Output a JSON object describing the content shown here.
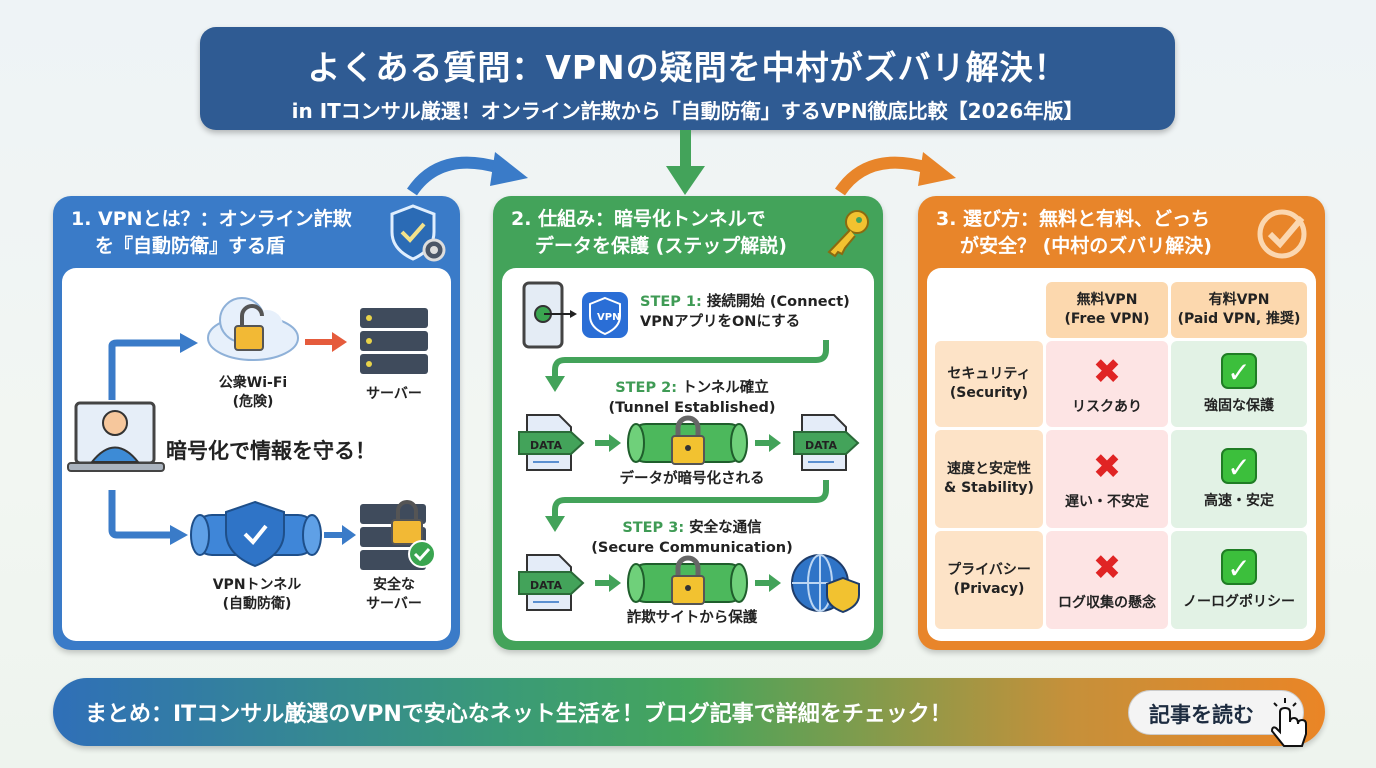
{
  "header": {
    "title": "よくある質問：VPNの疑問を中村がズバリ解決！",
    "subtitle": "in ITコンサル厳選！オンライン詐欺から「自動防衛」するVPN徹底比較【2026年版】"
  },
  "colors": {
    "blue": "#3a7bc8",
    "green": "#43a35a",
    "orange": "#e8852a",
    "header": "#2f5b93"
  },
  "panel1": {
    "title_line1": "1. VPNとは？：オンライン詐欺",
    "title_line2": "を『自動防衛』する盾",
    "icon": "shield-gear-icon",
    "wifi_label1": "公衆Wi-Fi",
    "wifi_label2": "(危険)",
    "server_label": "サーバー",
    "center_text": "暗号化で情報を守る！",
    "tunnel_label1": "VPNトンネル",
    "tunnel_label2": "(自動防衛)",
    "safe_label1": "安全な",
    "safe_label2": "サーバー"
  },
  "panel2": {
    "title_line1": "2. 仕組み：暗号化トンネルで",
    "title_line2": "データを保護 (ステップ解説)",
    "icon": "key-icon",
    "vpn_app": "VPN",
    "step1_head": "STEP 1:",
    "step1_title": " 接続開始 (Connect)",
    "step1_desc": "VPNアプリをONにする",
    "step2_head": "STEP 2:",
    "step2_title": " トンネル確立",
    "step2_sub": "(Tunnel Established)",
    "step2_desc": "データが暗号化される",
    "step3_head": "STEP 3:",
    "step3_title": " 安全な通信",
    "step3_sub": "(Secure Communication)",
    "step3_desc": "詐欺サイトから保護",
    "data_label": "DATA"
  },
  "panel3": {
    "title_line1": "3. 選び方：無料と有料、どっち",
    "title_line2": "が安全？ (中村のズバリ解決)",
    "icon": "check-circle-icon",
    "columns": [
      {
        "l1": "無料VPN",
        "l2": "(Free VPN)"
      },
      {
        "l1": "有料VPN",
        "l2": "(Paid VPN, 推奨)"
      }
    ],
    "rows": [
      {
        "l1": "セキュリティ",
        "l2": "(Security)",
        "free": "リスクあり",
        "paid": "強固な保護",
        "free_mark": "cross",
        "paid_mark": "check"
      },
      {
        "l1": "速度と安定性",
        "l2": "& Stability)",
        "free": "遅い・不安定",
        "paid": "高速・安定",
        "free_mark": "cross",
        "paid_mark": "check"
      },
      {
        "l1": "プライバシー",
        "l2": "(Privacy)",
        "free": "ログ収集の懸念",
        "paid": "ノーログポリシー",
        "free_mark": "cross",
        "paid_mark": "check"
      }
    ]
  },
  "footer": {
    "text": "まとめ：ITコンサル厳選のVPNで安心なネット生活を！ブログ記事で詳細をチェック！",
    "button": "記事を読む"
  }
}
